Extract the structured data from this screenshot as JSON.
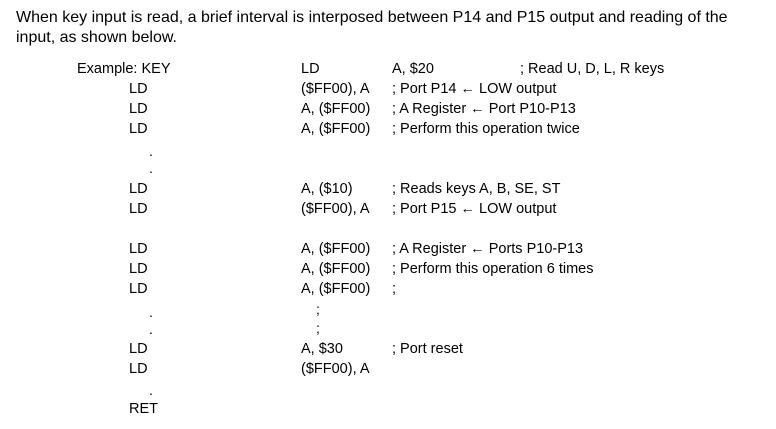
{
  "intro": "When key input is read, a brief interval is interposed between P14 and P15 output and reading of the input, as shown below.",
  "example_label": "Example: KEY",
  "rows": {
    "r0": {
      "operands": "A, $20",
      "comment": "; Read U, D, L, R keys"
    },
    "r1": {
      "mnemonic": "LD",
      "operands": "($FF00), A",
      "comment": "; Port P14 ← LOW output"
    },
    "r2": {
      "mnemonic": "LD",
      "operands": "A, ($FF00)",
      "comment": "; A Register ← Port P10-P13"
    },
    "r3": {
      "mnemonic": "LD",
      "operands": "A, ($FF00)",
      "comment": "; Perform this operation twice"
    },
    "r4": {
      "mnemonic": "LD",
      "operands": "A, ($10)",
      "comment": "; Reads keys A, B, SE, ST"
    },
    "r5": {
      "mnemonic": "LD",
      "operands": "($FF00), A",
      "comment": "; Port P15 ← LOW output"
    },
    "r6": {
      "mnemonic": "LD",
      "operands": "A, ($FF00)",
      "comment": "; A Register ← Ports P10-P13"
    },
    "r7": {
      "mnemonic": "LD",
      "operands": "A, ($FF00)",
      "comment": "; Perform this operation 6 times"
    },
    "r8": {
      "mnemonic": "LD",
      "operands": "A, ($FF00)",
      "comment": ";"
    },
    "r9": {
      "mnemonic": "LD",
      "operands": "A, $30",
      "comment": "; Port reset"
    },
    "r10": {
      "mnemonic": "LD",
      "operands": "($FF00), A"
    },
    "r11": {
      "mnemonic": "RET"
    }
  },
  "r0_mnemonic": "LD",
  "ellipsis_dot": ".",
  "semicolon_mark": ";"
}
